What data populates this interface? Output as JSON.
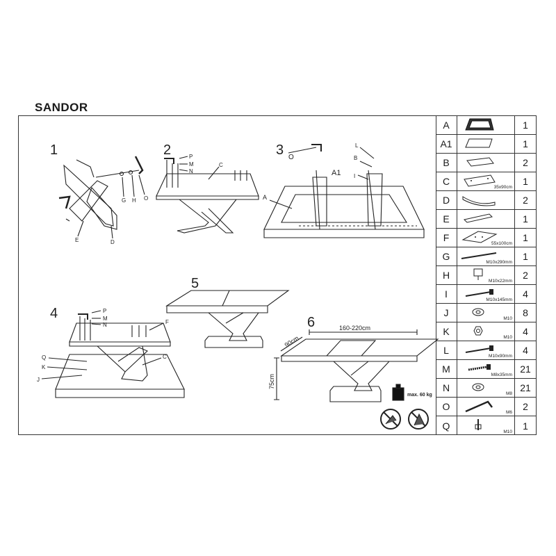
{
  "document": {
    "title": "SANDOR"
  },
  "steps": {
    "s1": "1",
    "s2": "2",
    "s3": "3",
    "s4": "4",
    "s5": "5",
    "s6": "6"
  },
  "callouts": {
    "step1": [
      "E",
      "D",
      "G",
      "H",
      "O"
    ],
    "step2": [
      "P",
      "M",
      "N",
      "C"
    ],
    "step3": [
      "O",
      "L",
      "B",
      "I",
      "A1",
      "A"
    ],
    "step4": [
      "P",
      "M",
      "N",
      "F",
      "Q",
      "K",
      "J",
      "C"
    ]
  },
  "dimensions": {
    "length": "160-220cm",
    "depth": "90cm",
    "height": "75cm",
    "max_load": "max. 60 kg"
  },
  "parts": [
    {
      "letter": "A",
      "icon": "table-frame-icon",
      "spec": "",
      "qty": "1"
    },
    {
      "letter": "A1",
      "icon": "glass-panel-icon",
      "spec": "",
      "qty": "1"
    },
    {
      "letter": "B",
      "icon": "bracket-plate-icon",
      "spec": "",
      "qty": "2"
    },
    {
      "letter": "C",
      "icon": "mounting-plate-icon",
      "spec": "35x90cm",
      "qty": "1"
    },
    {
      "letter": "D",
      "icon": "curved-leg-icon",
      "spec": "",
      "qty": "2"
    },
    {
      "letter": "E",
      "icon": "straight-leg-icon",
      "spec": "",
      "qty": "1"
    },
    {
      "letter": "F",
      "icon": "base-plate-icon",
      "spec": "55x100cm",
      "qty": "1"
    },
    {
      "letter": "G",
      "icon": "long-bolt-icon",
      "spec": "M10x290mm",
      "qty": "1"
    },
    {
      "letter": "H",
      "icon": "barrel-nut-icon",
      "spec": "M10x22mm",
      "qty": "2"
    },
    {
      "letter": "I",
      "icon": "bolt-icon",
      "spec": "M10x145mm",
      "qty": "4"
    },
    {
      "letter": "J",
      "icon": "washer-icon",
      "spec": "M10",
      "qty": "8"
    },
    {
      "letter": "K",
      "icon": "nut-icon",
      "spec": "M10",
      "qty": "4"
    },
    {
      "letter": "L",
      "icon": "bolt-icon",
      "spec": "M10x90mm",
      "qty": "4"
    },
    {
      "letter": "M",
      "icon": "screw-icon",
      "spec": "M8x35mm",
      "qty": "21"
    },
    {
      "letter": "N",
      "icon": "washer-icon",
      "spec": "M8",
      "qty": "21"
    },
    {
      "letter": "O",
      "icon": "allen-key-icon",
      "spec": "M6",
      "qty": "2"
    },
    {
      "letter": "Q",
      "icon": "wrench-icon",
      "spec": "M10",
      "qty": "1"
    }
  ]
}
